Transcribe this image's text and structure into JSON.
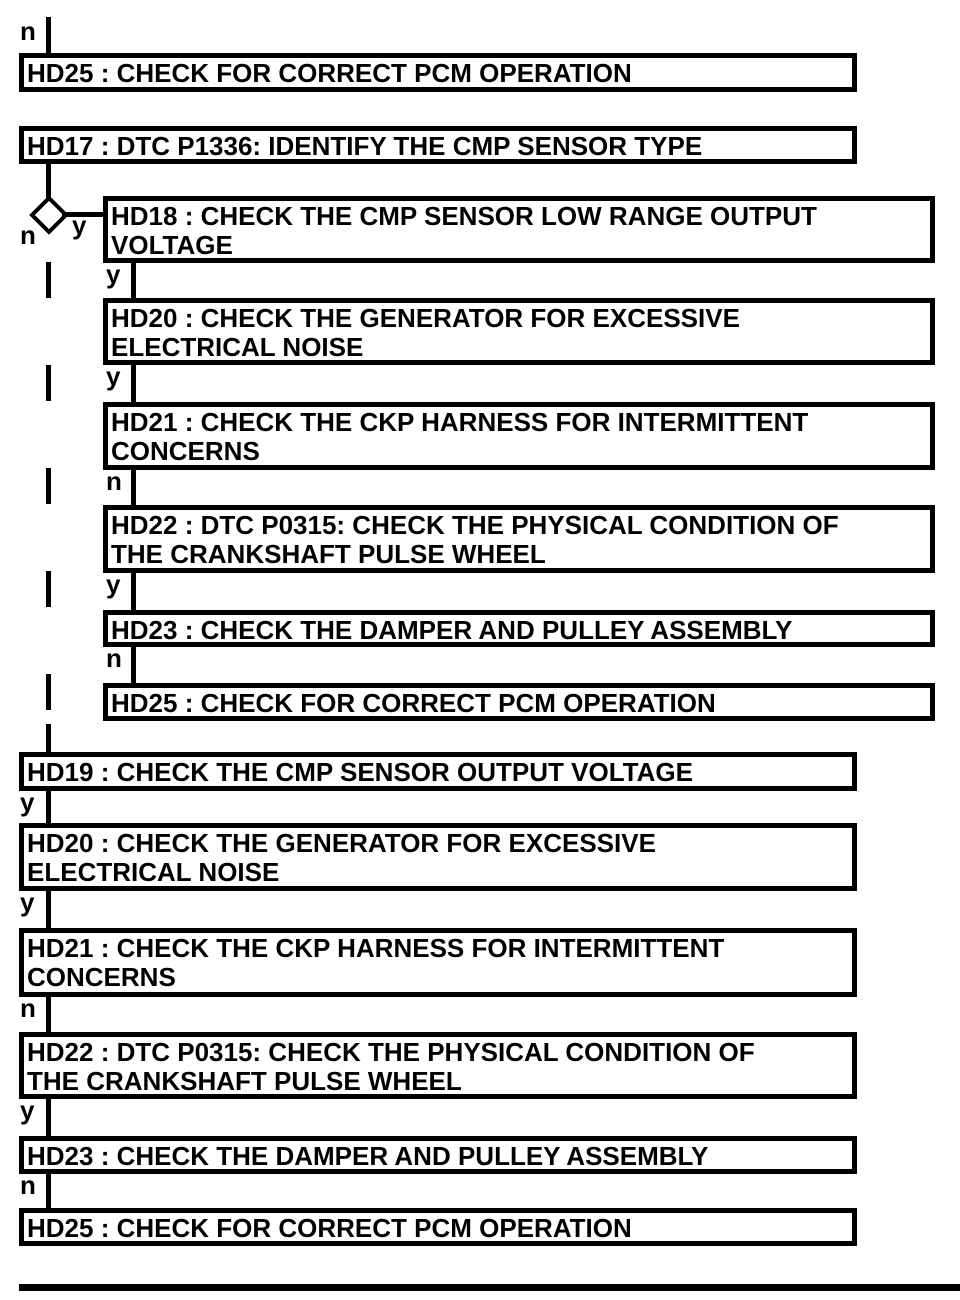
{
  "diagram": {
    "type": "diagnostic-flowchart",
    "colors": {
      "line": "#000000",
      "background": "#ffffff",
      "text": "#000000"
    },
    "top_edge_label": "n",
    "decision": {
      "yes_label": "y",
      "no_label": "n"
    },
    "boxes": [
      {
        "id": "hd25-top",
        "lines": [
          "HD25 : CHECK FOR CORRECT PCM OPERATION"
        ]
      },
      {
        "id": "hd17",
        "lines": [
          "HD17 : DTC P1336: IDENTIFY THE CMP SENSOR TYPE"
        ]
      },
      {
        "id": "hd18",
        "lines": [
          "HD18 : CHECK THE CMP SENSOR LOW RANGE OUTPUT",
          "VOLTAGE"
        ]
      },
      {
        "id": "hd20-upper",
        "lines": [
          "HD20 : CHECK THE GENERATOR FOR EXCESSIVE",
          "ELECTRICAL NOISE"
        ]
      },
      {
        "id": "hd21-upper",
        "lines": [
          "HD21 : CHECK THE CKP HARNESS FOR INTERMITTENT",
          "CONCERNS"
        ]
      },
      {
        "id": "hd22-upper",
        "lines": [
          "HD22 : DTC P0315: CHECK THE PHYSICAL CONDITION OF",
          "THE CRANKSHAFT PULSE WHEEL"
        ]
      },
      {
        "id": "hd23-upper",
        "lines": [
          "HD23 : CHECK THE DAMPER AND PULLEY ASSEMBLY"
        ]
      },
      {
        "id": "hd25-upper",
        "lines": [
          "HD25 : CHECK FOR CORRECT PCM OPERATION"
        ]
      },
      {
        "id": "hd19",
        "lines": [
          "HD19 : CHECK THE CMP SENSOR OUTPUT VOLTAGE"
        ]
      },
      {
        "id": "hd20-lower",
        "lines": [
          "HD20 : CHECK THE GENERATOR FOR EXCESSIVE",
          "ELECTRICAL NOISE"
        ]
      },
      {
        "id": "hd21-lower",
        "lines": [
          "HD21 : CHECK THE CKP HARNESS FOR INTERMITTENT",
          "CONCERNS"
        ]
      },
      {
        "id": "hd22-lower",
        "lines": [
          "HD22 : DTC P0315: CHECK THE PHYSICAL CONDITION OF",
          "THE CRANKSHAFT PULSE WHEEL"
        ]
      },
      {
        "id": "hd23-lower",
        "lines": [
          "HD23 : CHECK THE DAMPER AND PULLEY ASSEMBLY"
        ]
      },
      {
        "id": "hd25-bottom",
        "lines": [
          "HD25 : CHECK FOR CORRECT PCM OPERATION"
        ]
      }
    ],
    "edge_labels": [
      {
        "position": "after-hd18",
        "label": "y"
      },
      {
        "position": "after-hd20-upper",
        "label": "y"
      },
      {
        "position": "after-hd21-upper",
        "label": "n"
      },
      {
        "position": "after-hd22-upper",
        "label": "y"
      },
      {
        "position": "after-hd23-upper",
        "label": "n"
      },
      {
        "position": "after-hd19",
        "label": "y"
      },
      {
        "position": "after-hd20-lower",
        "label": "y"
      },
      {
        "position": "after-hd21-lower",
        "label": "n"
      },
      {
        "position": "after-hd22-lower",
        "label": "y"
      },
      {
        "position": "after-hd23-lower",
        "label": "n"
      }
    ]
  }
}
